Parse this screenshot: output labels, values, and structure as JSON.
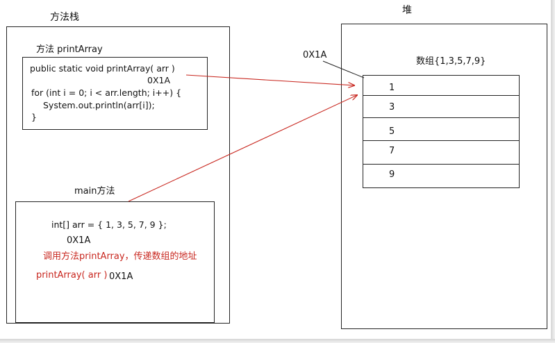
{
  "stack": {
    "title": "方法栈",
    "print_method": {
      "label": "方法 printArray",
      "code": [
        "public static void printArray( arr )",
        "0X1A",
        "for (int i = 0; i < arr.length; i++) {",
        "System.out.println(arr[i]);",
        "}"
      ]
    },
    "main_method": {
      "label": "main方法",
      "decl": "int[] arr = { 1, 3, 5, 7, 9 };",
      "addr": "0X1A",
      "note": "调用方法printArray，传递数组的地址",
      "call": "printArray( arr )",
      "call_addr": "0X1A"
    }
  },
  "heap": {
    "title": "堆",
    "addr_label": "0X1A",
    "array_label": "数组{1,3,5,7,9}",
    "values": [
      "1",
      "3",
      "5",
      "7",
      "9"
    ]
  },
  "colors": {
    "arrow": "#c8261e",
    "line": "#222222"
  }
}
